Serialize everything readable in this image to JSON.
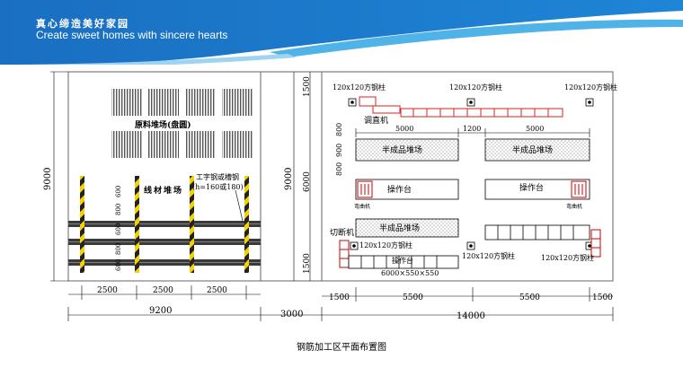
{
  "header": {
    "slogan_cn": "真心缔造美好家园",
    "slogan_en": "Create sweet homes with sincere hearts",
    "primary_color": "#1a6fc1",
    "accent_color": "#4fb3e8"
  },
  "caption": "钢筋加工区平面布置图",
  "left_plan": {
    "raw_material_label": "原料堆场(盘圆)",
    "wire_yard_label": "线材堆场",
    "steel_note_line1": "工字钢或槽钢",
    "steel_note_line2": "(h=160或180)",
    "height_dim": "9000",
    "vertical_dims": [
      "600",
      "800",
      "600",
      "800",
      "600"
    ],
    "bottom_dims": [
      "2500",
      "2500",
      "2500"
    ],
    "total_dim": "9200"
  },
  "gap_dim": "3000",
  "right_plan": {
    "height_dim": "9000",
    "column_label": "120x120方钢柱",
    "straightener_label": "调直机",
    "cutter_label": "切断机",
    "bender_label": "弯曲机",
    "semi_yard_label": "半成品堆场",
    "workbench_label": "操作台",
    "workbench_size": "6000×550×550",
    "top_dims": [
      "5000",
      "1200",
      "5000"
    ],
    "left_vertical_dims": [
      "1500",
      "800",
      "900",
      "800",
      "6000",
      "1500"
    ],
    "bottom_dims": [
      "1500",
      "5500",
      "5500",
      "1500"
    ],
    "total_dim": "14000"
  }
}
